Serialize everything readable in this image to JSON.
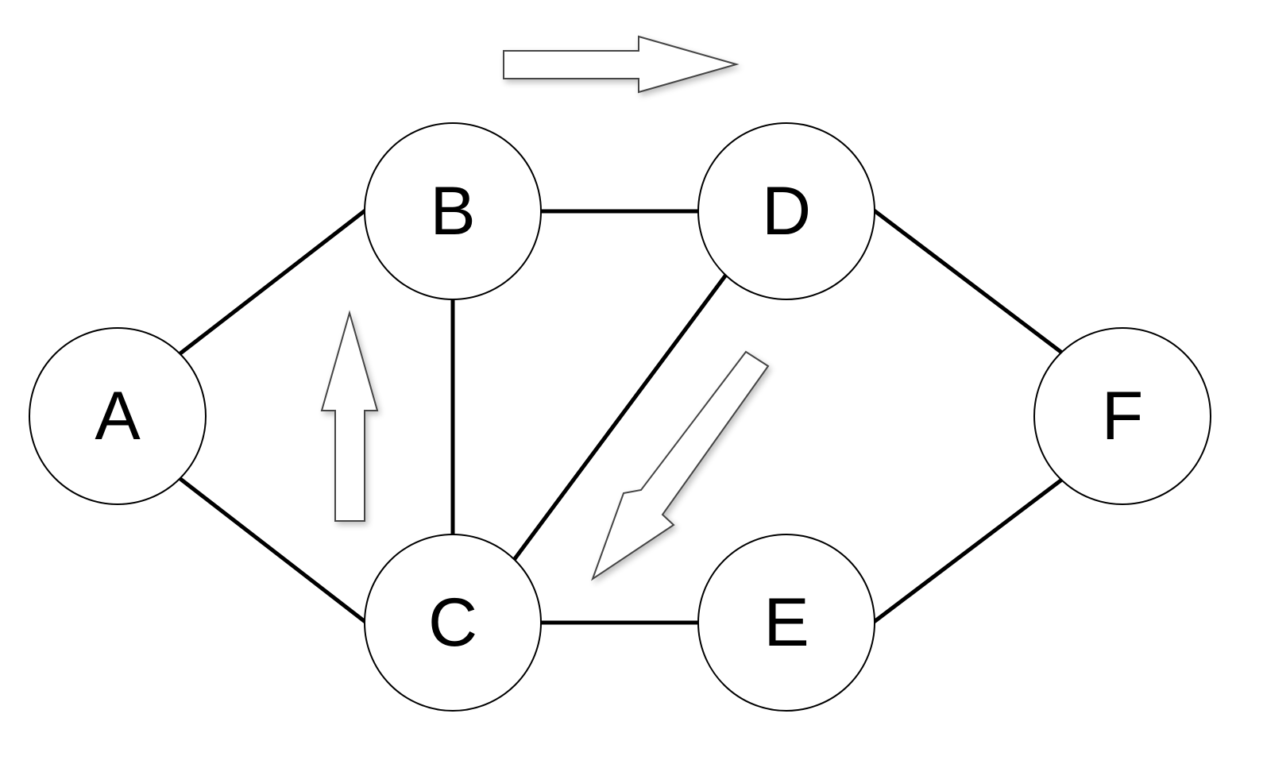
{
  "nodes": [
    {
      "id": "A",
      "label": "A"
    },
    {
      "id": "B",
      "label": "B"
    },
    {
      "id": "C",
      "label": "C"
    },
    {
      "id": "D",
      "label": "D"
    },
    {
      "id": "E",
      "label": "E"
    },
    {
      "id": "F",
      "label": "F"
    }
  ],
  "edges": [
    {
      "from": "A",
      "to": "B"
    },
    {
      "from": "A",
      "to": "C"
    },
    {
      "from": "B",
      "to": "D"
    },
    {
      "from": "B",
      "to": "C"
    },
    {
      "from": "D",
      "to": "C"
    },
    {
      "from": "D",
      "to": "F"
    },
    {
      "from": "C",
      "to": "E"
    },
    {
      "from": "E",
      "to": "F"
    }
  ],
  "flow_arrows": [
    {
      "direction": "right"
    },
    {
      "direction": "up"
    },
    {
      "direction": "down-left"
    }
  ],
  "colors": {
    "line": "#000000",
    "node_fill": "#ffffff",
    "arrow_fill": "#ffffff",
    "arrow_stroke": "#444444"
  }
}
